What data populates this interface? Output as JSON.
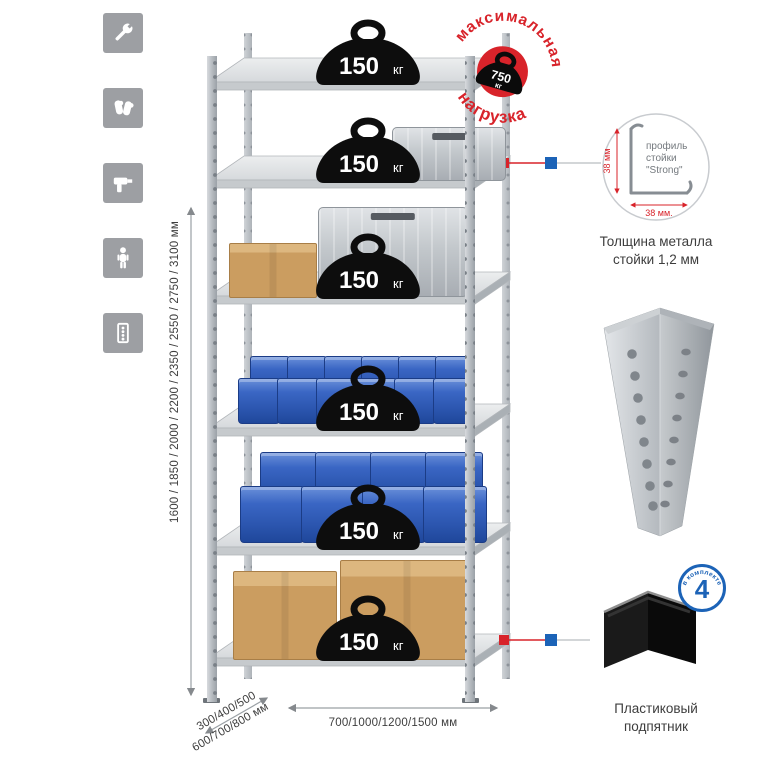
{
  "colors": {
    "red": "#d8232a",
    "blue": "#1c63b7",
    "icon_gray": "#9d9fa3"
  },
  "sidebar": {
    "icons": [
      {
        "name": "wrench-icon"
      },
      {
        "name": "work-gloves-icon"
      },
      {
        "name": "drill-icon"
      },
      {
        "name": "person-icon"
      },
      {
        "name": "upright-post-icon"
      }
    ]
  },
  "stamp": {
    "arc_top": "максимальная",
    "arc_bottom": "нагрузка",
    "value": "750",
    "unit": "кг"
  },
  "rack": {
    "shelf_count": 6,
    "load_value": "150",
    "load_unit": "кг"
  },
  "dimensions": {
    "height": "1600 / 1850 / 2000 / 2200 / 2350 / 2550 / 2750 / 3100 мм",
    "depth_line1": "300/400/500",
    "depth_line2": "600/700/800 мм",
    "width": "700/1000/1200/1500 мм"
  },
  "profile_detail": {
    "label_line1": "профиль",
    "label_line2": "стойки",
    "label_line3": "\"Strong\"",
    "dim_vertical": "38 мм",
    "dim_horizontal": "38 мм.",
    "caption_line1": "Толщина металла",
    "caption_line2": "стойки 1,2 мм"
  },
  "foot_detail": {
    "badge_value": "4",
    "badge_text": "в комплекте",
    "caption_line1": "Пластиковый",
    "caption_line2": "подпятник"
  }
}
